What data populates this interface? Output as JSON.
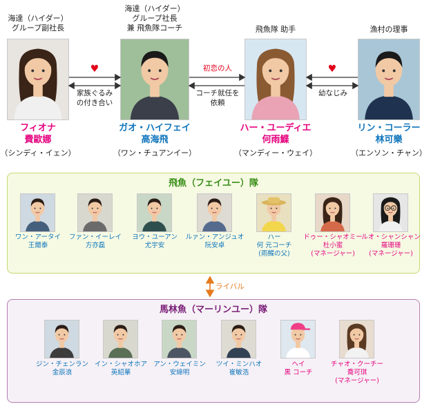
{
  "colors": {
    "heroine": "#e5007f",
    "hero": "#0f75bc",
    "arrow": "#333333",
    "love_heart": "#e2001a",
    "first_love_text": "#e2001a",
    "team1_title": "#3a8e19",
    "team1_bg": "#f6fae3",
    "team1_border": "#c4da72",
    "team2_title": "#7a1f78",
    "team2_bg": "#f6f1f6",
    "team2_border": "#b57cb1",
    "member_name": "#0f75bc",
    "member_name_female": "#e5007f",
    "rival": "#e67a1c"
  },
  "main_characters": [
    {
      "id": "fiona",
      "role_lines": [
        "海達（ハイダー）",
        "グループ副社長"
      ],
      "name_kana": "フィオナ",
      "name_kanji": "費歐娜",
      "actor": "（シンディ・イェン）",
      "name_color": "heroine",
      "photo_icon": "portrait-woman-long-hair"
    },
    {
      "id": "gao",
      "role_lines": [
        "海達（ハイダー）",
        "グループ社長",
        "兼 飛魚隊コーチ"
      ],
      "name_kana": "ガオ・ハイフェイ",
      "name_kanji": "高海飛",
      "actor": "（ワン・チュアンイー）",
      "name_color": "hero",
      "photo_icon": "portrait-man-suit"
    },
    {
      "id": "ha",
      "role_lines": [
        "飛魚隊 助手"
      ],
      "name_kana": "ハー・ユーディエ",
      "name_kanji": "何雨鰈",
      "actor": "（マンディー・ウェイ）",
      "name_color": "heroine",
      "photo_icon": "portrait-woman-short-hair"
    },
    {
      "id": "lin",
      "role_lines": [
        "漁村の理事"
      ],
      "name_kana": "リン・コーラー",
      "name_kanji": "林可樂",
      "actor": "（エンソン・チャン）",
      "name_color": "hero",
      "photo_icon": "portrait-man-polo"
    }
  ],
  "relations": {
    "fiona_gao": {
      "heart": "♥",
      "label_lines": [
        "家族ぐるみ",
        "の付き合い"
      ]
    },
    "gao_ha": {
      "top_label": "初恋の人",
      "bottom_lines": [
        "コーチ就任を",
        "依頼"
      ]
    },
    "ha_lin": {
      "heart": "♥",
      "label": "幼なじみ"
    },
    "rival_label": "ライバル"
  },
  "team_feiyu": {
    "title": "飛魚（フェイユー）隊",
    "members": [
      {
        "lines": [
          "ワン・アータイ",
          "王爾泰"
        ],
        "female": false,
        "icon": "portrait-young-man-1"
      },
      {
        "lines": [
          "ファン・イーレイ",
          "方亦磊"
        ],
        "female": false,
        "icon": "portrait-young-man-2"
      },
      {
        "lines": [
          "ヨウ・ユーアン",
          "尤宇安"
        ],
        "female": false,
        "icon": "portrait-young-man-3"
      },
      {
        "lines": [
          "ルァン・アンジュオ",
          "阮安卓"
        ],
        "female": false,
        "icon": "portrait-young-man-4"
      },
      {
        "lines": [
          "ハー",
          "何 元コーチ",
          "(雨鰈の父)"
        ],
        "female": false,
        "icon": "portrait-old-man-straw-hat"
      },
      {
        "lines": [
          "ドゥー・シャオミー",
          "杜小蜜",
          "(マネージャー)"
        ],
        "female": true,
        "icon": "portrait-young-woman-1"
      },
      {
        "lines": [
          "ルオ・シャンシャン",
          "羅珊珊",
          "(マネージャー)"
        ],
        "female": true,
        "icon": "portrait-young-woman-glasses"
      }
    ]
  },
  "team_malinyu": {
    "title": "馬林魚（マーリンユー）隊",
    "members": [
      {
        "lines": [
          "ジン・チェンラン",
          "金辰浪"
        ],
        "female": false,
        "icon": "portrait-young-man-5"
      },
      {
        "lines": [
          "イン・シャオホア",
          "英紹華"
        ],
        "female": false,
        "icon": "portrait-young-man-6"
      },
      {
        "lines": [
          "アン・ウェイミン",
          "安緯明"
        ],
        "female": false,
        "icon": "portrait-young-man-7"
      },
      {
        "lines": [
          "ツイ・ミンハオ",
          "崔敏浩"
        ],
        "female": false,
        "icon": "portrait-young-man-8"
      },
      {
        "lines": [
          "ヘイ",
          "黒 コーチ"
        ],
        "female": true,
        "icon": "portrait-woman-pink-cap"
      },
      {
        "lines": [
          "チャオ・クーチー",
          "喬可琪",
          "(マネージャー)"
        ],
        "female": true,
        "icon": "portrait-young-woman-2"
      }
    ]
  }
}
